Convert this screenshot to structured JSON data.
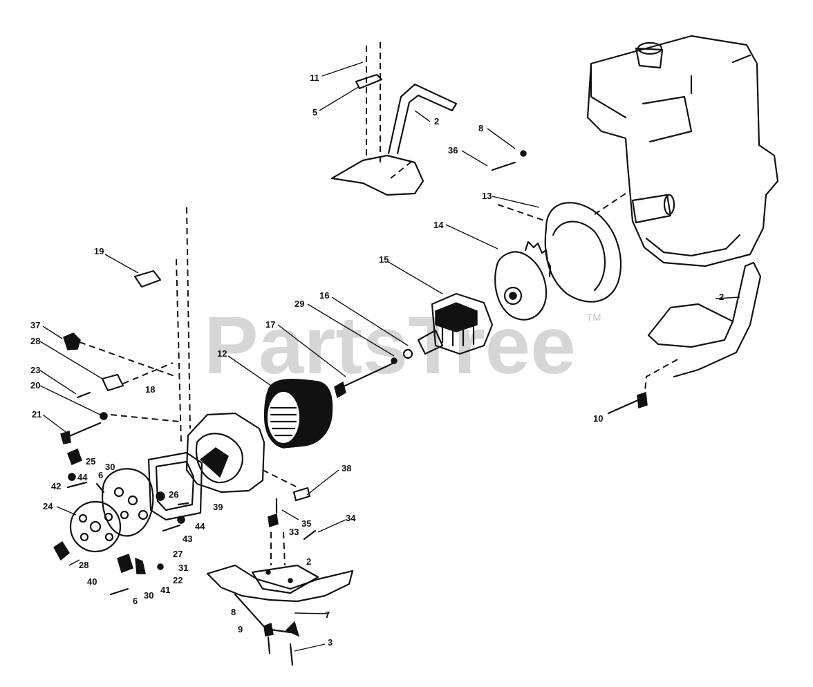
{
  "watermark": {
    "text": "PartsTree",
    "tm": "TM"
  },
  "callouts": {
    "c11": "11",
    "c5": "5",
    "c2a": "2",
    "c8a": "8",
    "c36": "36",
    "c13": "13",
    "c14": "14",
    "c15": "15",
    "c19": "19",
    "c16": "16",
    "c29": "29",
    "c17": "17",
    "c12": "12",
    "c2b": "2",
    "c37": "37",
    "c28a": "28",
    "c18": "18",
    "c23": "23",
    "c20": "20",
    "c10": "10",
    "c21": "21",
    "c25": "25",
    "c30a": "30",
    "c44a": "44",
    "c6a": "6",
    "c42": "42",
    "c26": "26",
    "c39": "39",
    "c38": "38",
    "c24": "24",
    "c35": "35",
    "c33": "33",
    "c34": "34",
    "c44b": "44",
    "c43": "43",
    "c27": "27",
    "c28b": "28",
    "c31": "31",
    "c22": "22",
    "c40": "40",
    "c41": "41",
    "c6b": "6",
    "c30b": "30",
    "c2c": "2",
    "c8b": "8",
    "c7": "7",
    "c9": "9",
    "c3": "3"
  }
}
